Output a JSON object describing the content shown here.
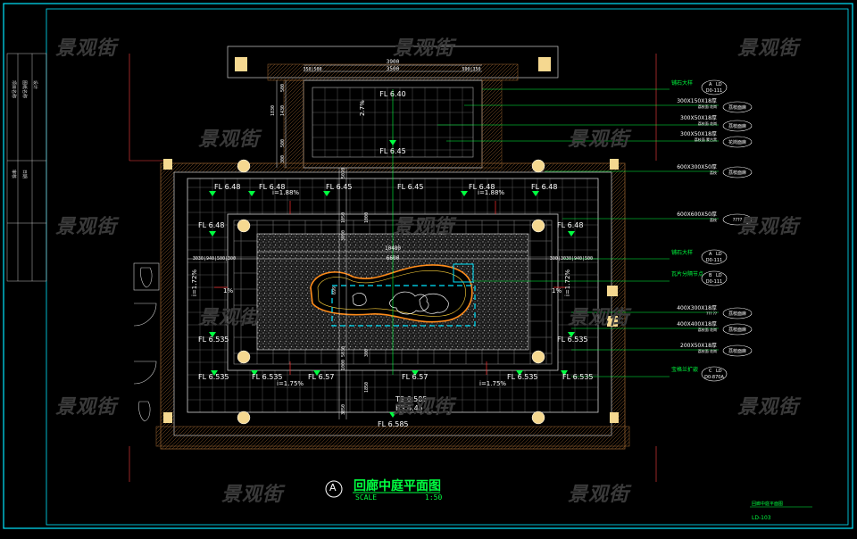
{
  "watermark": "景观街",
  "title": {
    "marker": "A",
    "text": "回廊中庭平面图",
    "scale_label": "SCALE",
    "scale_value": "1:50"
  },
  "sheet": {
    "name": "回廊中庭平面图",
    "code": "LD-103"
  },
  "dimensions": {
    "top_overall": "3900",
    "top_inner": "3500",
    "top_left_pair": "350|500",
    "top_right_pair": "500|350",
    "pool_overall": "10480",
    "pool_inner": "6600",
    "left_dims": "3030|940|500|300",
    "right_dims": "300|3030|940|500",
    "v_1830": "1830",
    "v_1430": "1430",
    "v_500a": "500",
    "v_500b": "500",
    "v_300": "300",
    "v_5020": "5020",
    "v_1000": "1000",
    "v_3090": "3090",
    "v_1050": "1050",
    "v_5030": "5030",
    "v_3850": "3850",
    "v_1000b": "1000",
    "v_300b": "300",
    "v_1850": "1850",
    "v_699": "699"
  },
  "elevations": {
    "top_pool": "FL 6.40",
    "top_slope": "2.7%",
    "top_entry": "FL 6.45",
    "row1": [
      "FL 6.48",
      "FL 6.48",
      "FL 6.45",
      "FL 6.45",
      "FL 6.48",
      "FL 6.48"
    ],
    "slope_r1_left": "i=1.88%",
    "slope_r1_right": "i=1.88%",
    "side_left_top": "FL 6.48",
    "side_right_top": "FL 6.48",
    "slope_side_left_a": "i=1.72%",
    "slope_side_left_b": "1%",
    "slope_side_right_a": "1%",
    "slope_side_right_b": "i=1.72%",
    "side_left_bottom": "FL 6.535",
    "side_right_bottom": "FL 6.535",
    "row2": [
      "FL 6.535",
      "FL 6.535",
      "FL 6.57",
      "FL 6.57",
      "FL 6.535",
      "FL 6.535"
    ],
    "slope_r2_left": "i=1.75%",
    "slope_r2_right": "i=1.75%",
    "ts": "TS 6.585",
    "bs": "BS 6.45",
    "bottom_entry": "FL 6.585"
  },
  "callouts": [
    {
      "label": "铺石大样",
      "tag_top": "A",
      "tag_mid": "LD",
      "tag_bottom": "D0-111"
    },
    {
      "label": "300X150X18厚",
      "sub": "荔枝面 花岗"
    },
    {
      "label": "300X50X18厚",
      "sub": "荔枝面 花岗"
    },
    {
      "label": "300X50X18厚",
      "sub": "荔枝面 蒙古黑"
    },
    {
      "label": "600X300X50厚",
      "sub": "荔枝"
    },
    {
      "label": "600X600X50厚",
      "sub": "荔枝"
    },
    {
      "label": "铺石大样",
      "tag_top": "A",
      "tag_mid": "LD",
      "tag_bottom": "D0-111"
    },
    {
      "label": "瓦片分隔节点",
      "tag_top": "B",
      "tag_mid": "LD",
      "tag_bottom": "D0-111"
    },
    {
      "label": "400X300X18厚",
      "sub": "??? ??"
    },
    {
      "label": "400X400X18厚",
      "sub": "荔枝面 花岗"
    },
    {
      "label": "200X50X18厚",
      "sub": "荔枝面 花岗"
    },
    {
      "label": "宝格兰扩嵌",
      "tag_top": "C",
      "tag_mid": "LD",
      "tag_bottom": "D0-870A"
    }
  ],
  "callout_bubbles": [
    "荔枝面麻",
    "荔枝面麻",
    "花岗面麻",
    "荔枝面麻",
    "????",
    "荔枝面麻",
    "荔枝面麻",
    "荔枝面麻"
  ],
  "titleblock": [
    "项目名称",
    "图纸名称",
    "设计",
    "审核",
    "日期"
  ]
}
